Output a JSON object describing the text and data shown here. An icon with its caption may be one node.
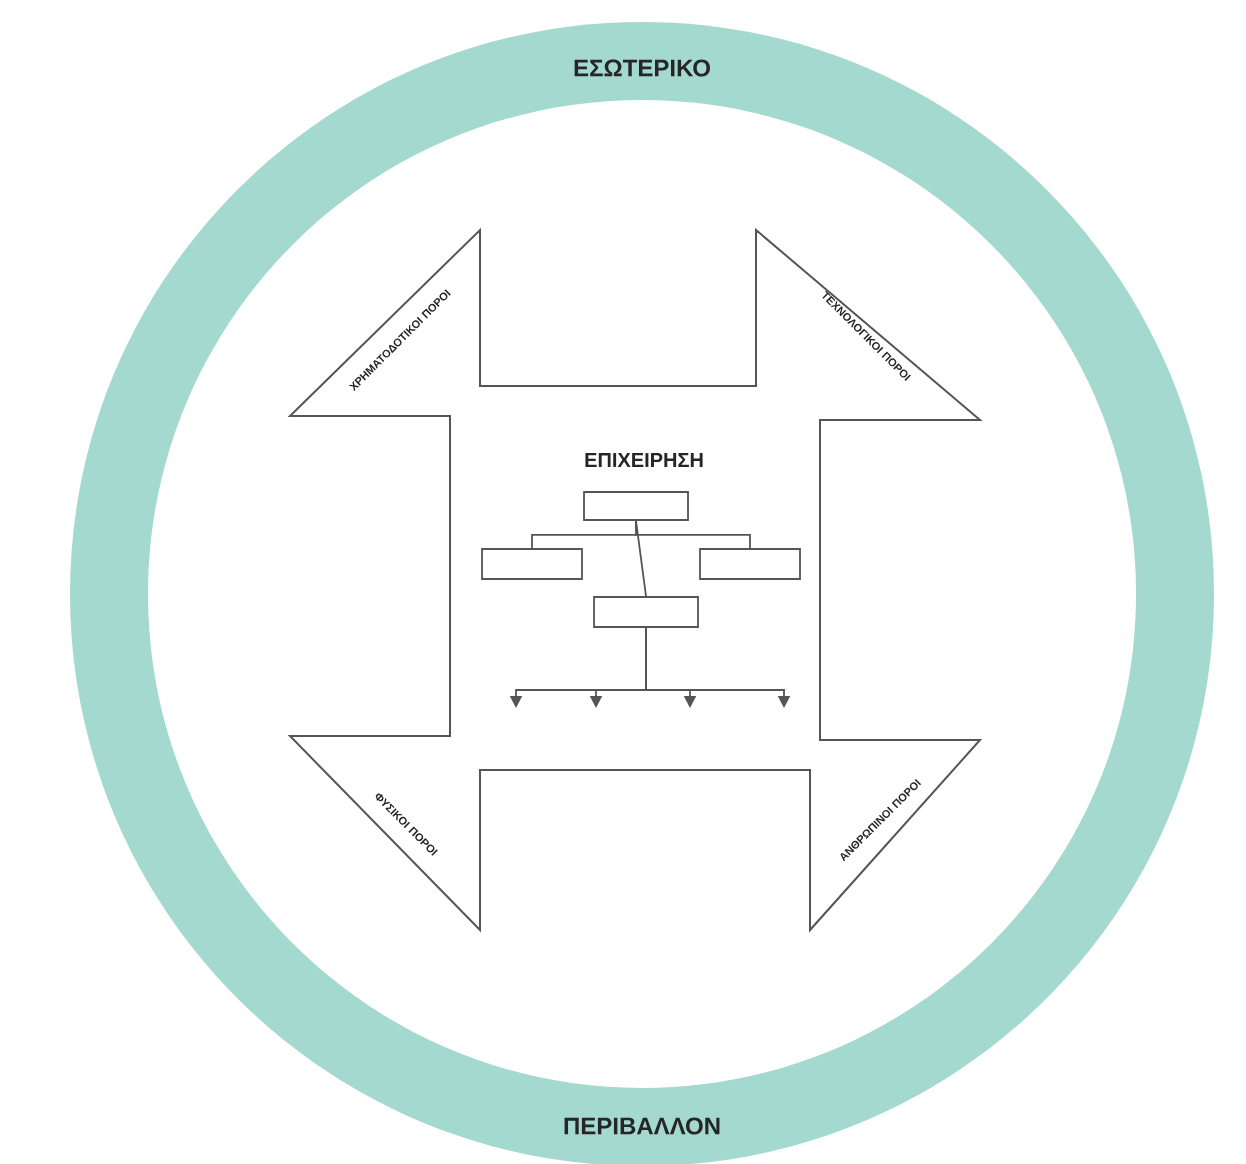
{
  "diagram": {
    "nodes": [
      {
        "text": [
          "ΕΣΩΤΕΡΙΚΟ",
          "ΠΕΡΙΒΑΛΛΟΝ"
        ]
      },
      {
        "text": [
          "ΕΠΙΧΕΙΡΗΣΗ",
          "ΧΡΗΜΑΤΟΔΟΤΙΚΟΙ ΠΟΡΟΙ",
          "ΤΕΧΝΟΛΟΓΙΚΟΙ ΠΟΡΟΙ",
          "ΦΥΣΙΚΟΙ ΠΟΡΟΙ",
          "ΑΝΘΡΩΠΙΝΟΙ ΠΟΡΟΙ"
        ],
        "in": 0
      },
      {
        "text": [],
        "shape": "box",
        "in": 1
      },
      {
        "text": [],
        "shape": "box",
        "in": 1
      },
      {
        "text": [],
        "shape": "box",
        "in": 1
      },
      {
        "text": [],
        "shape": "box",
        "in": 1
      }
    ],
    "edges": [
      {
        "from": 2,
        "to": 3,
        "arrow": "none"
      },
      {
        "from": 2,
        "to": 4,
        "arrow": "none"
      },
      {
        "from": 2,
        "to": 5,
        "arrow": "none"
      },
      {
        "from": 5,
        "to": null,
        "arrow": "to"
      },
      {
        "from": 5,
        "to": null,
        "arrow": "to"
      },
      {
        "from": 5,
        "to": null,
        "arrow": "to"
      },
      {
        "from": 5,
        "to": null,
        "arrow": "to"
      }
    ]
  }
}
